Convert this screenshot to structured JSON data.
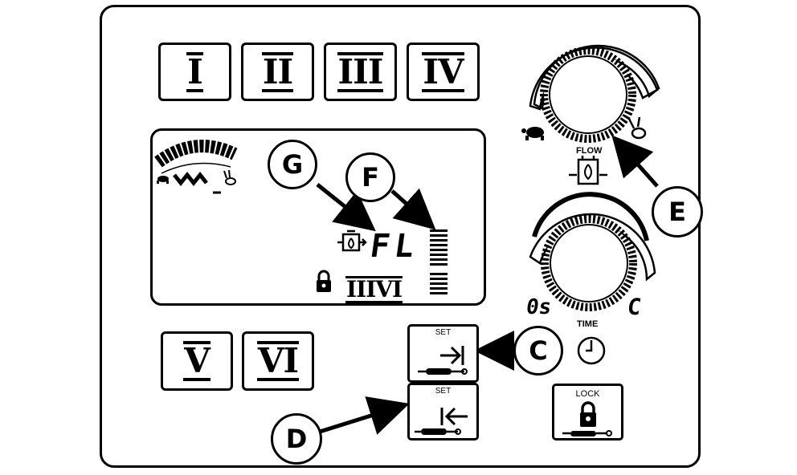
{
  "memory_buttons": [
    {
      "id": "1",
      "label": "I"
    },
    {
      "id": "2",
      "label": "II"
    },
    {
      "id": "3",
      "label": "III"
    },
    {
      "id": "4",
      "label": "IV"
    },
    {
      "id": "5",
      "label": "V"
    },
    {
      "id": "6",
      "label": "VI"
    }
  ],
  "display": {
    "readout": "FL",
    "memory": "IIIVI"
  },
  "knobs": {
    "flow_label": "FLOW",
    "time_label": "TIME",
    "time_min": "0s",
    "time_max": "C"
  },
  "set_buttons": {
    "set_top_label": "SET",
    "set_bottom_label": "SET"
  },
  "lock_button": {
    "label": "LOCK"
  },
  "callouts": {
    "c": "C",
    "d": "D",
    "e": "E",
    "f": "F",
    "g": "G"
  }
}
